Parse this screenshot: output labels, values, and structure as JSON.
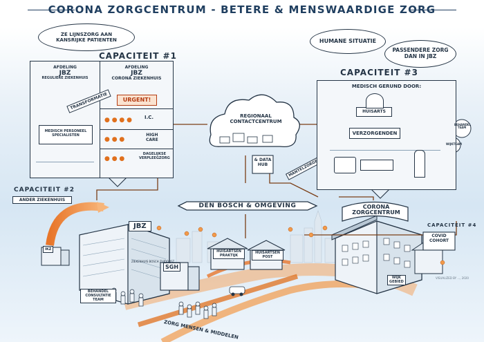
{
  "title": "CORONA ZORGCENTRUM - BETERE & MENSWAARDIGE ZORG",
  "bubbles": {
    "ziekenhuis": [
      "ZE LIJNSZORG AAN",
      "KANSRIJKE PATIENTEN"
    ],
    "humane": "HUMANE SITUATIE",
    "passendere": [
      "PASSENDERE ZORG",
      "DAN IN JBZ"
    ]
  },
  "capacity": {
    "cap1": "CAPACITEIT #1",
    "cap2": "CAPACITEIT #2",
    "cap3": "CAPACITEIT #3",
    "cap4": "CAPACITEIT #4"
  },
  "panel1": {
    "left_title": [
      "AFDELING",
      "JBZ",
      "REGULIERE ZIEKENHUIS"
    ],
    "right_title": [
      "AFDELING",
      "JBZ",
      "CORONA ZIEKENHUIS"
    ],
    "transformatie": "TRANSFORMATIE",
    "urgent": "URGENT!",
    "ic": "I.C.",
    "high_care": [
      "HIGH",
      "CARE"
    ],
    "dagelijkse": [
      "DAGELIJKSE",
      "VERPLEEGZORG"
    ],
    "medisch": [
      "MEDISCH PERSONEEL",
      "SPECIALISTEN"
    ]
  },
  "center": {
    "cloud": [
      "REGIONAAL",
      "CONTACTCENTRUM"
    ],
    "datahub": [
      "& DATA",
      "HUB"
    ],
    "den_bosch": "DEN BOSCH & OMGEVING",
    "mantelzorg": "MANTELZORGER"
  },
  "panel3": {
    "header": "MEDISCH GERUND DOOR:",
    "huisarts": "HUISARTS",
    "verzorgenden": "VERZORGENDEN",
    "wijkteam": "WIJKTEAM",
    "behandelteam": [
      "BEHANDEL",
      "TEAM"
    ]
  },
  "cap2_tag": "ANDER ZIEKENHUIS",
  "buildings": {
    "jbz": "JBZ",
    "sgh": "SGH",
    "zbo": "ZIEKENHUIS BOSCH ZUIDOOST",
    "ikz": "IKZ",
    "huisartsen_praktijk": [
      "HUISARTSEN",
      "PRAKTIJK"
    ],
    "huisartsen_post": [
      "HUISARTSEN",
      "POST"
    ],
    "corona_zorgcentrum": [
      "CORONA",
      "ZORGCENTRUM"
    ],
    "covid_cohort": [
      "COVID",
      "COHORT"
    ],
    "wijk_gebied": [
      "WIJK",
      "GEBIED"
    ],
    "behandel_consult": [
      "BEHANDEL",
      "CONSULTATIE",
      "TEAM"
    ],
    "zorg_mensen": "ZORG MENSEN & MIDDELEN"
  },
  "credit": "VISUALIZED BY ..., 2020",
  "colors": {
    "ink": "#243445",
    "title_ink": "#1f3e5f",
    "orange": "#e0701d",
    "sky": "#d6e6f3",
    "road": "#f29a4a"
  }
}
